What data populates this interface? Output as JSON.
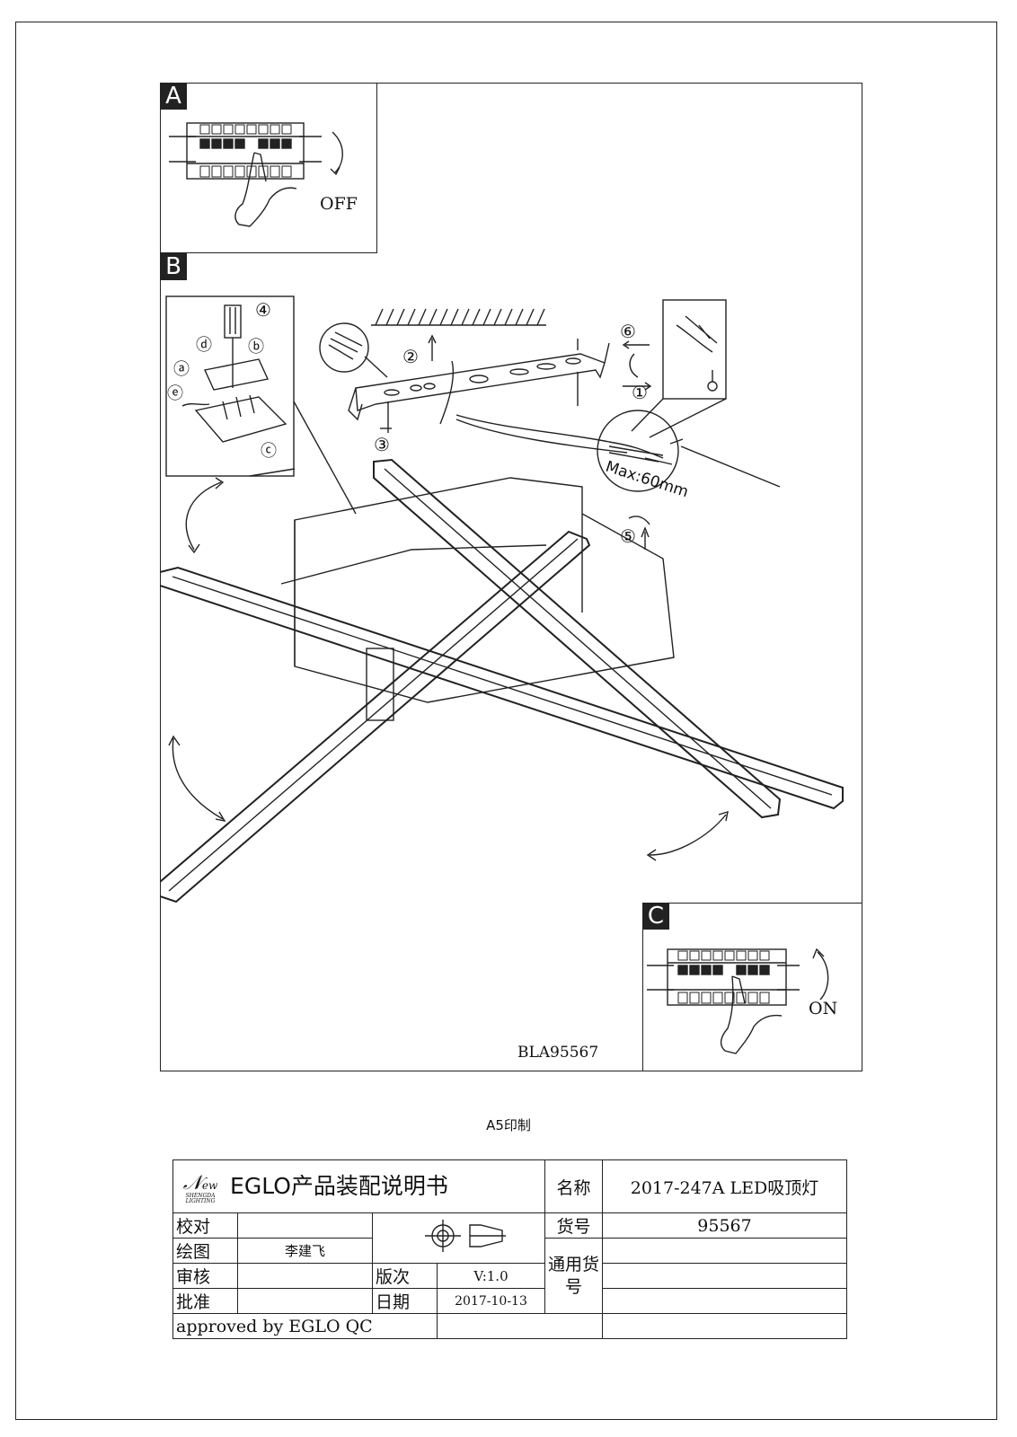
{
  "panels": {
    "a": {
      "tag": "A",
      "label": "OFF"
    },
    "b": {
      "tag": "B",
      "max_length": "Max:60mm",
      "model_code": "BLA95567"
    },
    "c": {
      "tag": "C",
      "label": "ON"
    }
  },
  "steps": {
    "s1": "①",
    "s2": "②",
    "s3": "③",
    "s4": "④",
    "s5": "⑤",
    "s6": "⑥",
    "a": "ⓐ",
    "b": "ⓑ",
    "c": "ⓒ",
    "d": "ⓓ",
    "e": "ⓔ"
  },
  "print_note": "A5印制",
  "title_block": {
    "logo_text": "ew",
    "logo_sub1": "SHENGDA",
    "logo_sub2": "LIGHTING",
    "title": "EGLO产品装配说明书",
    "name_label": "名称",
    "name_value": "2017-247A LED吸顶灯",
    "check_label": "校对",
    "article_label": "货号",
    "article_value": "95567",
    "draw_label": "绘图",
    "draw_value": "李建飞",
    "common_label": "通用货号",
    "review_label": "审核",
    "version_label": "版次",
    "version_value": "V:1.0",
    "approve_label": "批准",
    "date_label": "日期",
    "date_value": "2017-10-13",
    "approved_by": "approved by EGLO QC"
  }
}
